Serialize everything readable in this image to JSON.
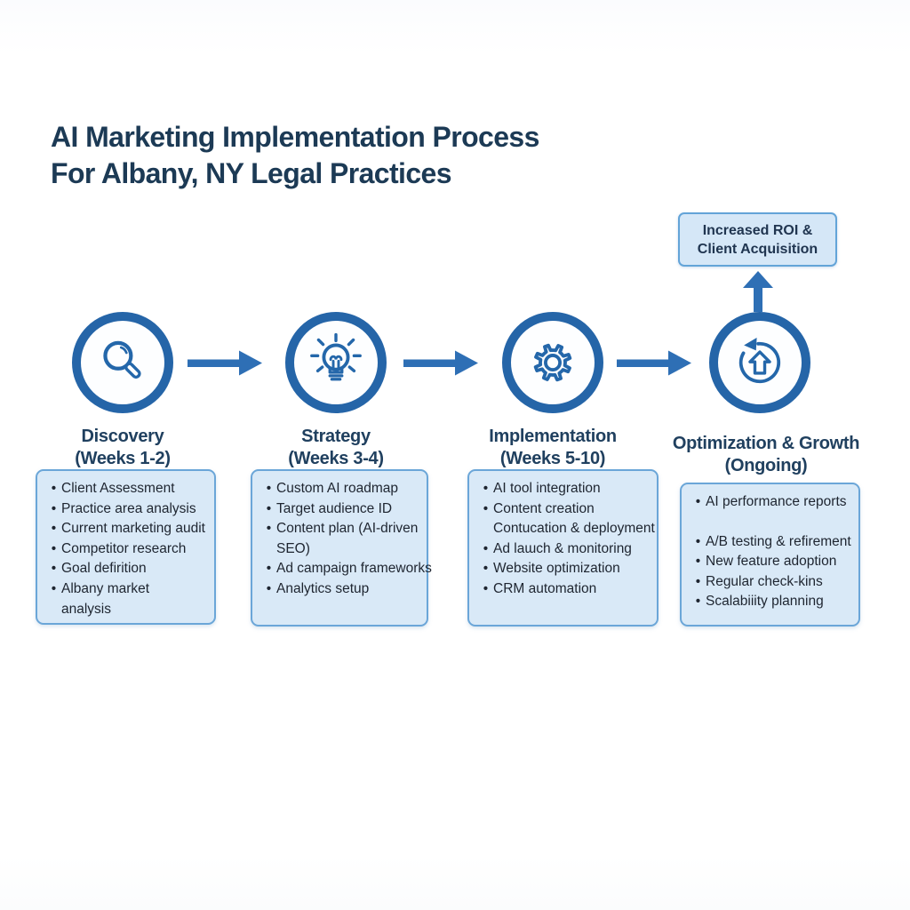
{
  "title": "AI Marketing Implementation Process\nFor Albany, NY Legal Practices",
  "outcome_box": {
    "label": "Increased ROI &\nClient Acquisition"
  },
  "colors": {
    "primary_blue": "#2565a8",
    "arrow_blue": "#2e6fb5",
    "box_fill": "#d9e9f7",
    "box_border": "#6ba6d8",
    "outcome_fill": "#d5e7f7",
    "outcome_border": "#63a4d8",
    "heading_navy": "#1c3a55",
    "body_text": "#1e2530"
  },
  "stages": [
    {
      "name": "Discovery",
      "weeks": "(Weeks 1-2)",
      "icon": "magnifier-icon",
      "items": [
        {
          "text": "Client Assessment",
          "bullet": true
        },
        {
          "text": "Practice area analysis",
          "bullet": true
        },
        {
          "text": "Current marketing audit",
          "bullet": true
        },
        {
          "text": "Competitor research",
          "bullet": true
        },
        {
          "text": "Goal defirition",
          "bullet": true
        },
        {
          "text": "Albany market",
          "bullet": true
        },
        {
          "text": "analysis",
          "bullet": false
        }
      ]
    },
    {
      "name": "Strategy",
      "weeks": "(Weeks 3-4)",
      "icon": "lightbulb-icon",
      "items": [
        {
          "text": "Custom AI roadmap",
          "bullet": true
        },
        {
          "text": "Target audience ID",
          "bullet": true
        },
        {
          "text": "Content plan (AI-driven",
          "bullet": true
        },
        {
          "text": "SEO)",
          "bullet": false
        },
        {
          "text": "Ad campaign frameworks",
          "bullet": true
        },
        {
          "text": "Analytics setup",
          "bullet": true
        }
      ]
    },
    {
      "name": "Implementation",
      "weeks": "(Weeks 5-10)",
      "icon": "gear-icon",
      "items": [
        {
          "text": "AI tool integration",
          "bullet": true
        },
        {
          "text": "Content creation",
          "bullet": true
        },
        {
          "text": "Contucation & deployment",
          "bullet": false
        },
        {
          "text": "Ad laɯch & monitoring",
          "bullet": true
        },
        {
          "text": "Website optimization",
          "bullet": true
        },
        {
          "text": "CRM automation",
          "bullet": true
        }
      ]
    },
    {
      "name": "Optimization & Growth",
      "weeks": "(Ongoing)",
      "icon": "growth-refresh-icon",
      "items": [
        {
          "text": "AI performance reports",
          "bullet": true
        },
        {
          "text": "",
          "bullet": false,
          "spacer": true
        },
        {
          "text": "A/B testing & refirement",
          "bullet": true
        },
        {
          "text": "New feature adoption",
          "bullet": true
        },
        {
          "text": "Regular check-kins",
          "bullet": true
        },
        {
          "text": "Scalabiiity planning",
          "bullet": true
        }
      ]
    }
  ]
}
